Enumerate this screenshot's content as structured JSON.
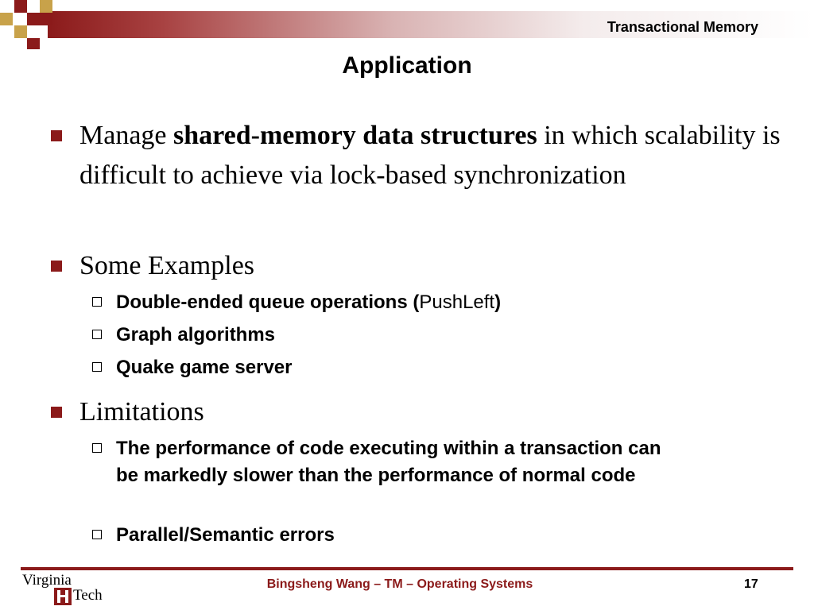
{
  "header": {
    "section_title": "Transactional Memory"
  },
  "slide": {
    "title": "Application",
    "bullets": [
      {
        "pre": "Manage ",
        "bold": "shared-memory data structures",
        "post": " in which scalability is difficult to achieve via lock-based synchronization"
      },
      {
        "text": "Some Examples",
        "sub": [
          {
            "bold": "Double-ended queue operations (",
            "normal": "PushLeft",
            "bold_end": ")"
          },
          {
            "text": "Graph algorithms"
          },
          {
            "text": "Quake game server"
          }
        ]
      },
      {
        "text": "Limitations",
        "sub": [
          {
            "text": "The performance of code executing within a transaction can be markedly slower than the performance of normal code"
          },
          {
            "text": "Parallel/Semantic errors"
          }
        ]
      }
    ]
  },
  "footer": {
    "text": "Bingsheng Wang – TM – Operating Systems",
    "page_number": "17",
    "logo_top": "Virginia",
    "logo_bottom": "Tech"
  },
  "colors": {
    "accent": "#8b1a1a",
    "accent_dark": "#6b1111",
    "gold": "#c8a24a"
  }
}
